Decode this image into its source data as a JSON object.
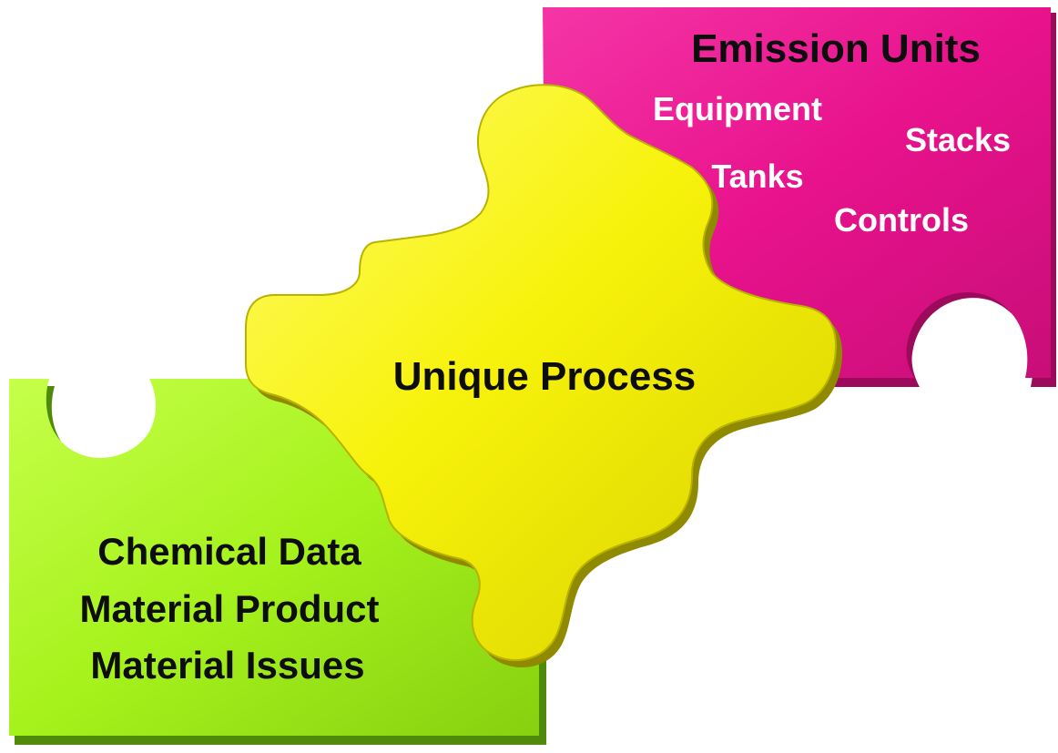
{
  "pieces": {
    "emission": {
      "title": "Emission Units",
      "items": [
        "Equipment",
        "Stacks",
        "Tanks",
        "Controls"
      ],
      "color": "#e8128c",
      "shade": "#9c0a5c"
    },
    "process": {
      "title": "Unique Process",
      "color": "#f7f20a",
      "shade": "#8f8a00"
    },
    "chemical": {
      "lines": [
        "Chemical Data",
        "Material Product",
        "Material Issues"
      ],
      "color": "#a6f21c",
      "shade": "#4f8a0a"
    }
  }
}
